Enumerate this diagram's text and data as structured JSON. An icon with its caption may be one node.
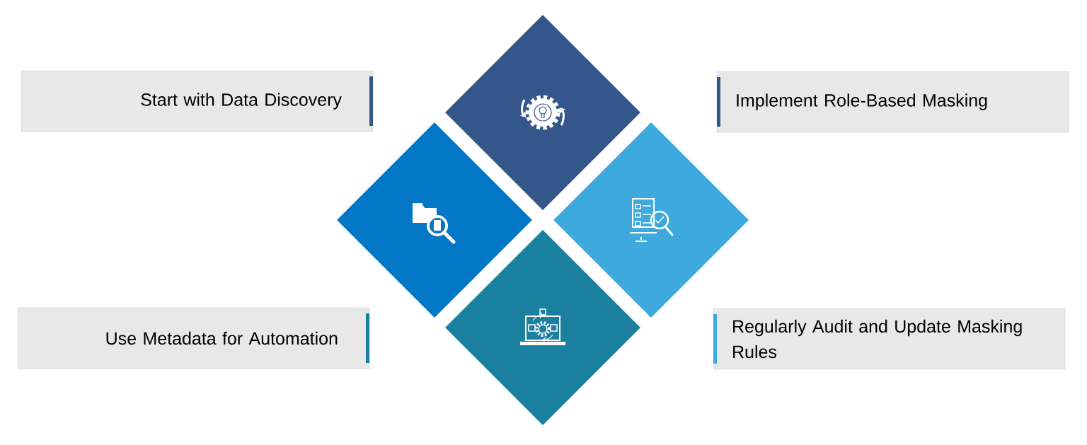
{
  "diagram": {
    "nodes": [
      {
        "text": [
          "Start with Data Discovery"
        ]
      },
      {
        "text": [],
        "shape": "diamond"
      },
      {
        "text": [
          "Implement Role-Based Masking"
        ]
      },
      {
        "text": [],
        "shape": "diamond"
      },
      {
        "text": [],
        "shape": "diamond"
      },
      {
        "text": [
          "Use Metadata for Automation"
        ]
      },
      {
        "text": [],
        "shape": "diamond"
      },
      {
        "text": [
          "Regularly Audit and Update Masking Rules"
        ]
      }
    ]
  }
}
